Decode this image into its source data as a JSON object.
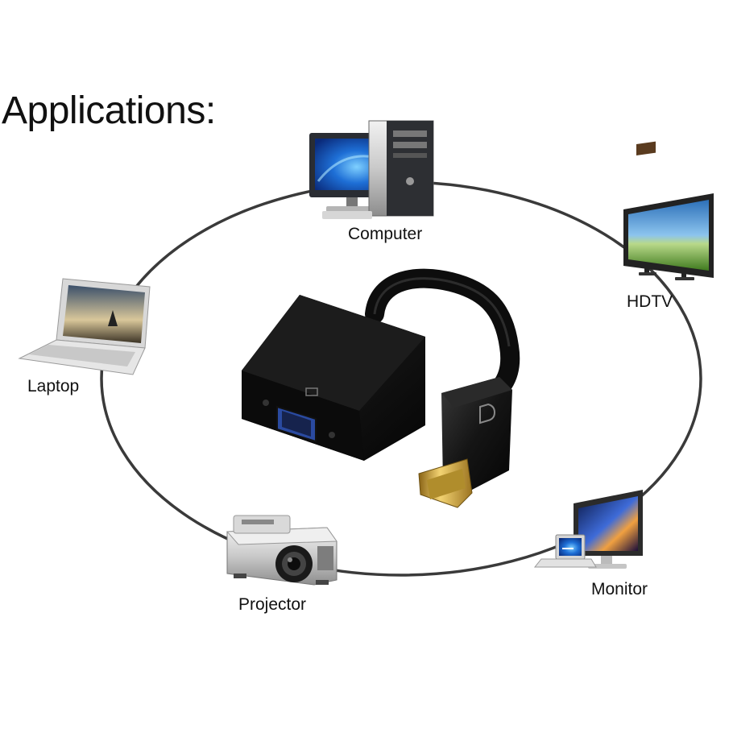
{
  "heading": "Applications:",
  "devices": {
    "computer": "Computer",
    "hdtv": "HDTV",
    "laptop": "Laptop",
    "monitor": "Monitor",
    "projector": "Projector"
  },
  "colors": {
    "ring": "#3a3a3a",
    "adapter": "#151515",
    "screen_blue": "#1e6fd6",
    "gold": "#d8a935"
  },
  "icons": [
    "computer-icon",
    "hdtv-icon",
    "laptop-icon",
    "monitor-icon",
    "projector-icon",
    "displayport-logo-icon"
  ]
}
